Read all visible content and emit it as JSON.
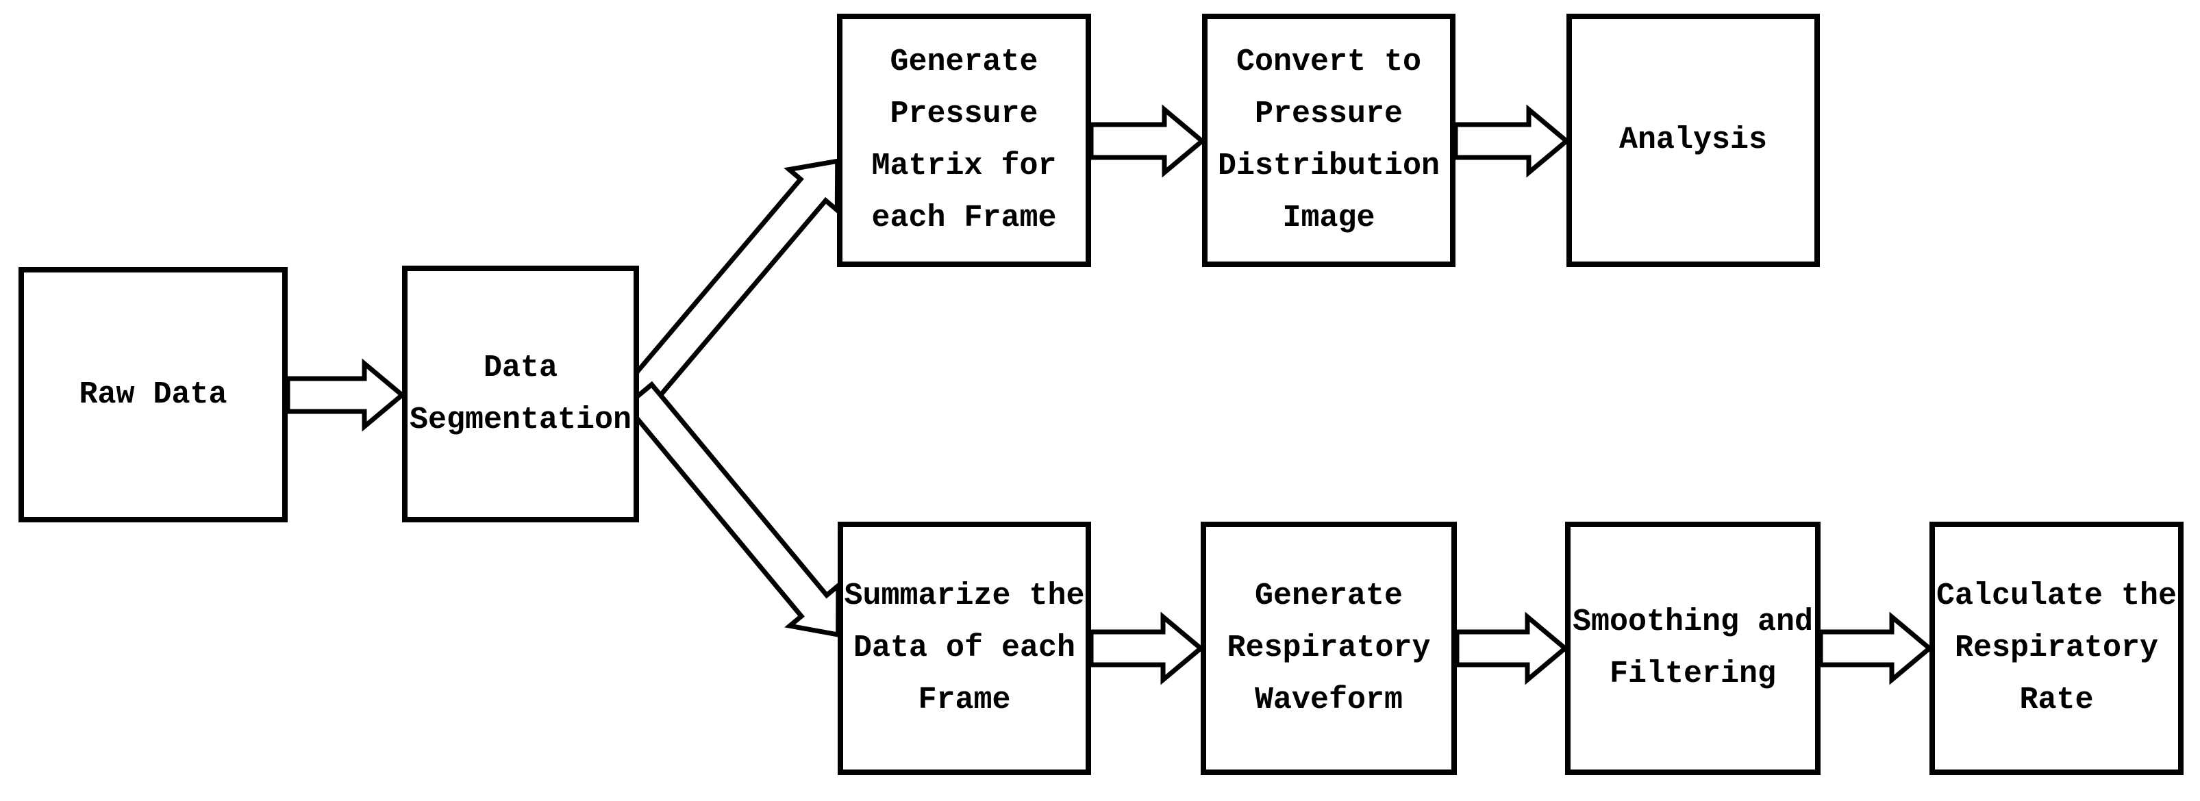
{
  "diagram": {
    "type": "flowchart",
    "colors": {
      "background": "#ffffff",
      "box_fill": "#ffffff",
      "box_border": "#000000",
      "arrow_fill": "#ffffff",
      "arrow_outline": "#000000",
      "text": "#000000"
    },
    "nodes": [
      {
        "id": "raw-data",
        "label": "Raw Data"
      },
      {
        "id": "data-segmentation",
        "label": "Data\nSegmentation"
      },
      {
        "id": "generate-pressure-matrix",
        "label": "Generate\nPressure\nMatrix for\neach Frame"
      },
      {
        "id": "convert-to-pressure-distribution-image",
        "label": "Convert to\nPressure\nDistribution\nImage"
      },
      {
        "id": "analysis",
        "label": "Analysis"
      },
      {
        "id": "summarize-data-of-each-frame",
        "label": "Summarize the\nData of each\nFrame"
      },
      {
        "id": "generate-respiratory-waveform",
        "label": "Generate\nRespiratory\nWaveform"
      },
      {
        "id": "smoothing-and-filtering",
        "label": "Smoothing and\nFiltering"
      },
      {
        "id": "calculate-respiratory-rate",
        "label": "Calculate the\nRespiratory\nRate"
      }
    ],
    "edges": [
      {
        "from": "raw-data",
        "to": "data-segmentation"
      },
      {
        "from": "data-segmentation",
        "to": "generate-pressure-matrix"
      },
      {
        "from": "generate-pressure-matrix",
        "to": "convert-to-pressure-distribution-image"
      },
      {
        "from": "convert-to-pressure-distribution-image",
        "to": "analysis"
      },
      {
        "from": "data-segmentation",
        "to": "summarize-data-of-each-frame"
      },
      {
        "from": "summarize-data-of-each-frame",
        "to": "generate-respiratory-waveform"
      },
      {
        "from": "generate-respiratory-waveform",
        "to": "smoothing-and-filtering"
      },
      {
        "from": "smoothing-and-filtering",
        "to": "calculate-respiratory-rate"
      }
    ]
  }
}
